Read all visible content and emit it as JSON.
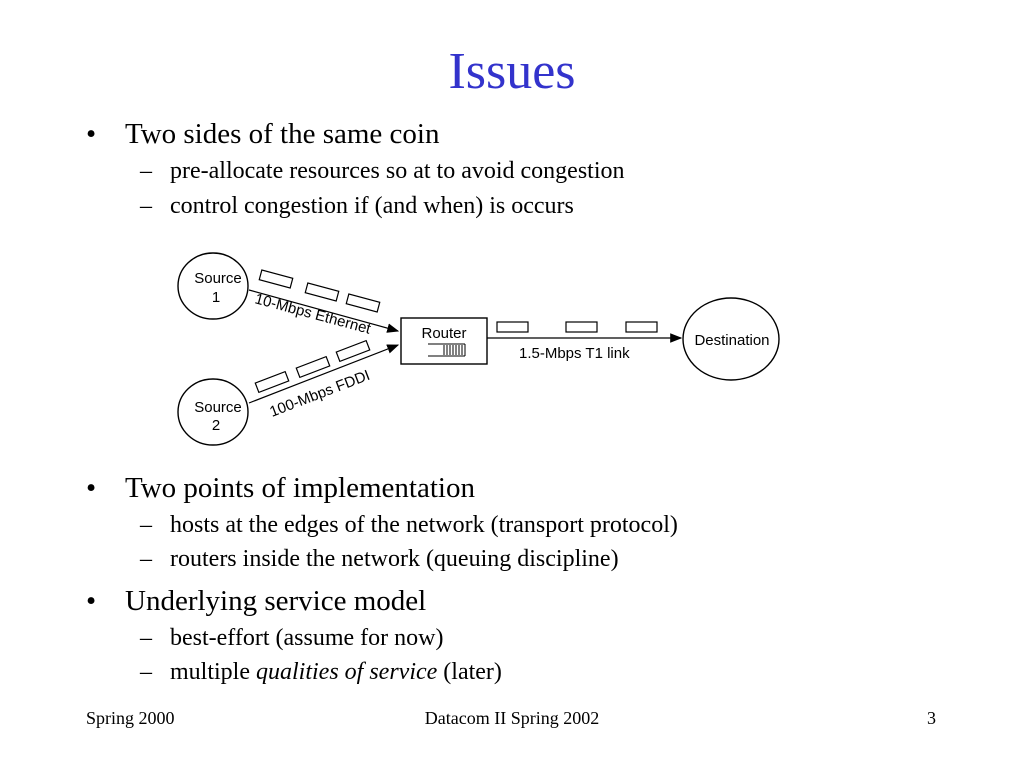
{
  "slide": {
    "title": "Issues"
  },
  "bullets": [
    {
      "text": "Two sides of the same coin",
      "subs": [
        "pre-allocate resources so at to avoid congestion",
        "control congestion if (and when) is occurs"
      ]
    },
    {
      "text": "Two points of implementation",
      "subs": [
        "hosts at the edges of the network (transport protocol)",
        "routers inside the network (queuing discipline)"
      ]
    },
    {
      "text": "Underlying service model",
      "subs": [
        "best-effort (assume for now)"
      ],
      "last_sub": {
        "prefix": "multiple ",
        "emphasis": "qualities of service",
        "suffix": " (later)"
      }
    }
  ],
  "diagram": {
    "source1_line1": "Source",
    "source1_line2": "1",
    "source2_line1": "Source",
    "source2_line2": "2",
    "router": "Router",
    "destination": "Destination",
    "link1": "10-Mbps Ethernet",
    "link2": "100-Mbps FDDI",
    "link3": "1.5-Mbps T1 link"
  },
  "footer": {
    "left": "Spring 2000",
    "center": "Datacom II Spring 2002",
    "page": "3"
  },
  "colors": {
    "title": "#3333cc",
    "text": "#000000",
    "background": "#ffffff"
  }
}
